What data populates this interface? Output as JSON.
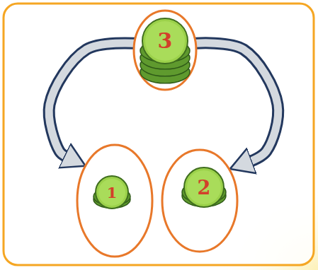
{
  "diagram": {
    "nodes": [
      {
        "text": [
          "3"
        ]
      },
      {
        "text": [
          "1"
        ]
      },
      {
        "text": [
          "2"
        ]
      }
    ],
    "edges": [
      {
        "from": 0,
        "to": 1,
        "arrow": "to"
      },
      {
        "from": 0,
        "to": 2,
        "arrow": "to"
      }
    ]
  }
}
